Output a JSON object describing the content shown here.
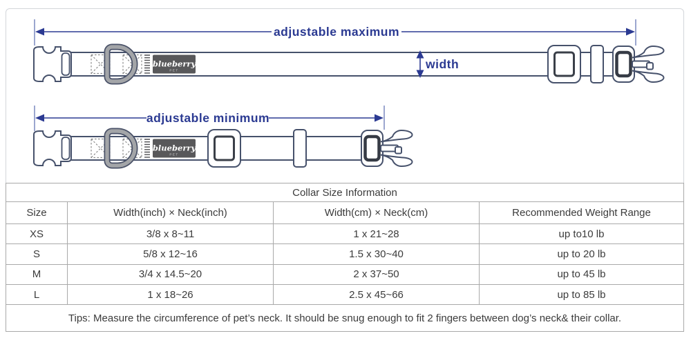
{
  "diagram": {
    "labels": {
      "adjustable_maximum": "adjustable maximum",
      "adjustable_minimum": "adjustable minimum",
      "width": "width"
    },
    "brand": {
      "name": "blueberry",
      "sub": "PET"
    },
    "colors": {
      "accent_navy": "#2b3a92",
      "collar_outline": "#46516b",
      "brand_label_bg": "#58585a",
      "d_ring_gray": "#a3a5a8",
      "table_border": "#a9a9a9"
    }
  },
  "table": {
    "title": "Collar Size Information",
    "columns": [
      "Size",
      "Width(inch)  × Neck(inch)",
      "Width(cm)  × Neck(cm)",
      "Recommended Weight Range"
    ],
    "rows": [
      {
        "size": "XS",
        "inch": "3/8 x 8~11",
        "cm": "1 x 21~28",
        "weight": "up to10 lb"
      },
      {
        "size": "S",
        "inch": "5/8 x 12~16",
        "cm": "1.5 x 30~40",
        "weight": "up to 20 lb"
      },
      {
        "size": "M",
        "inch": "3/4 x 14.5~20",
        "cm": "2 x 37~50",
        "weight": "up to 45 lb"
      },
      {
        "size": "L",
        "inch": "1 x 18~26",
        "cm": "2.5 x 45~66",
        "weight": "up to 85 lb"
      }
    ],
    "tips": "Tips: Measure the circumference of pet’s neck. It should be snug enough to fit 2 fingers between dog’s neck& their collar."
  }
}
